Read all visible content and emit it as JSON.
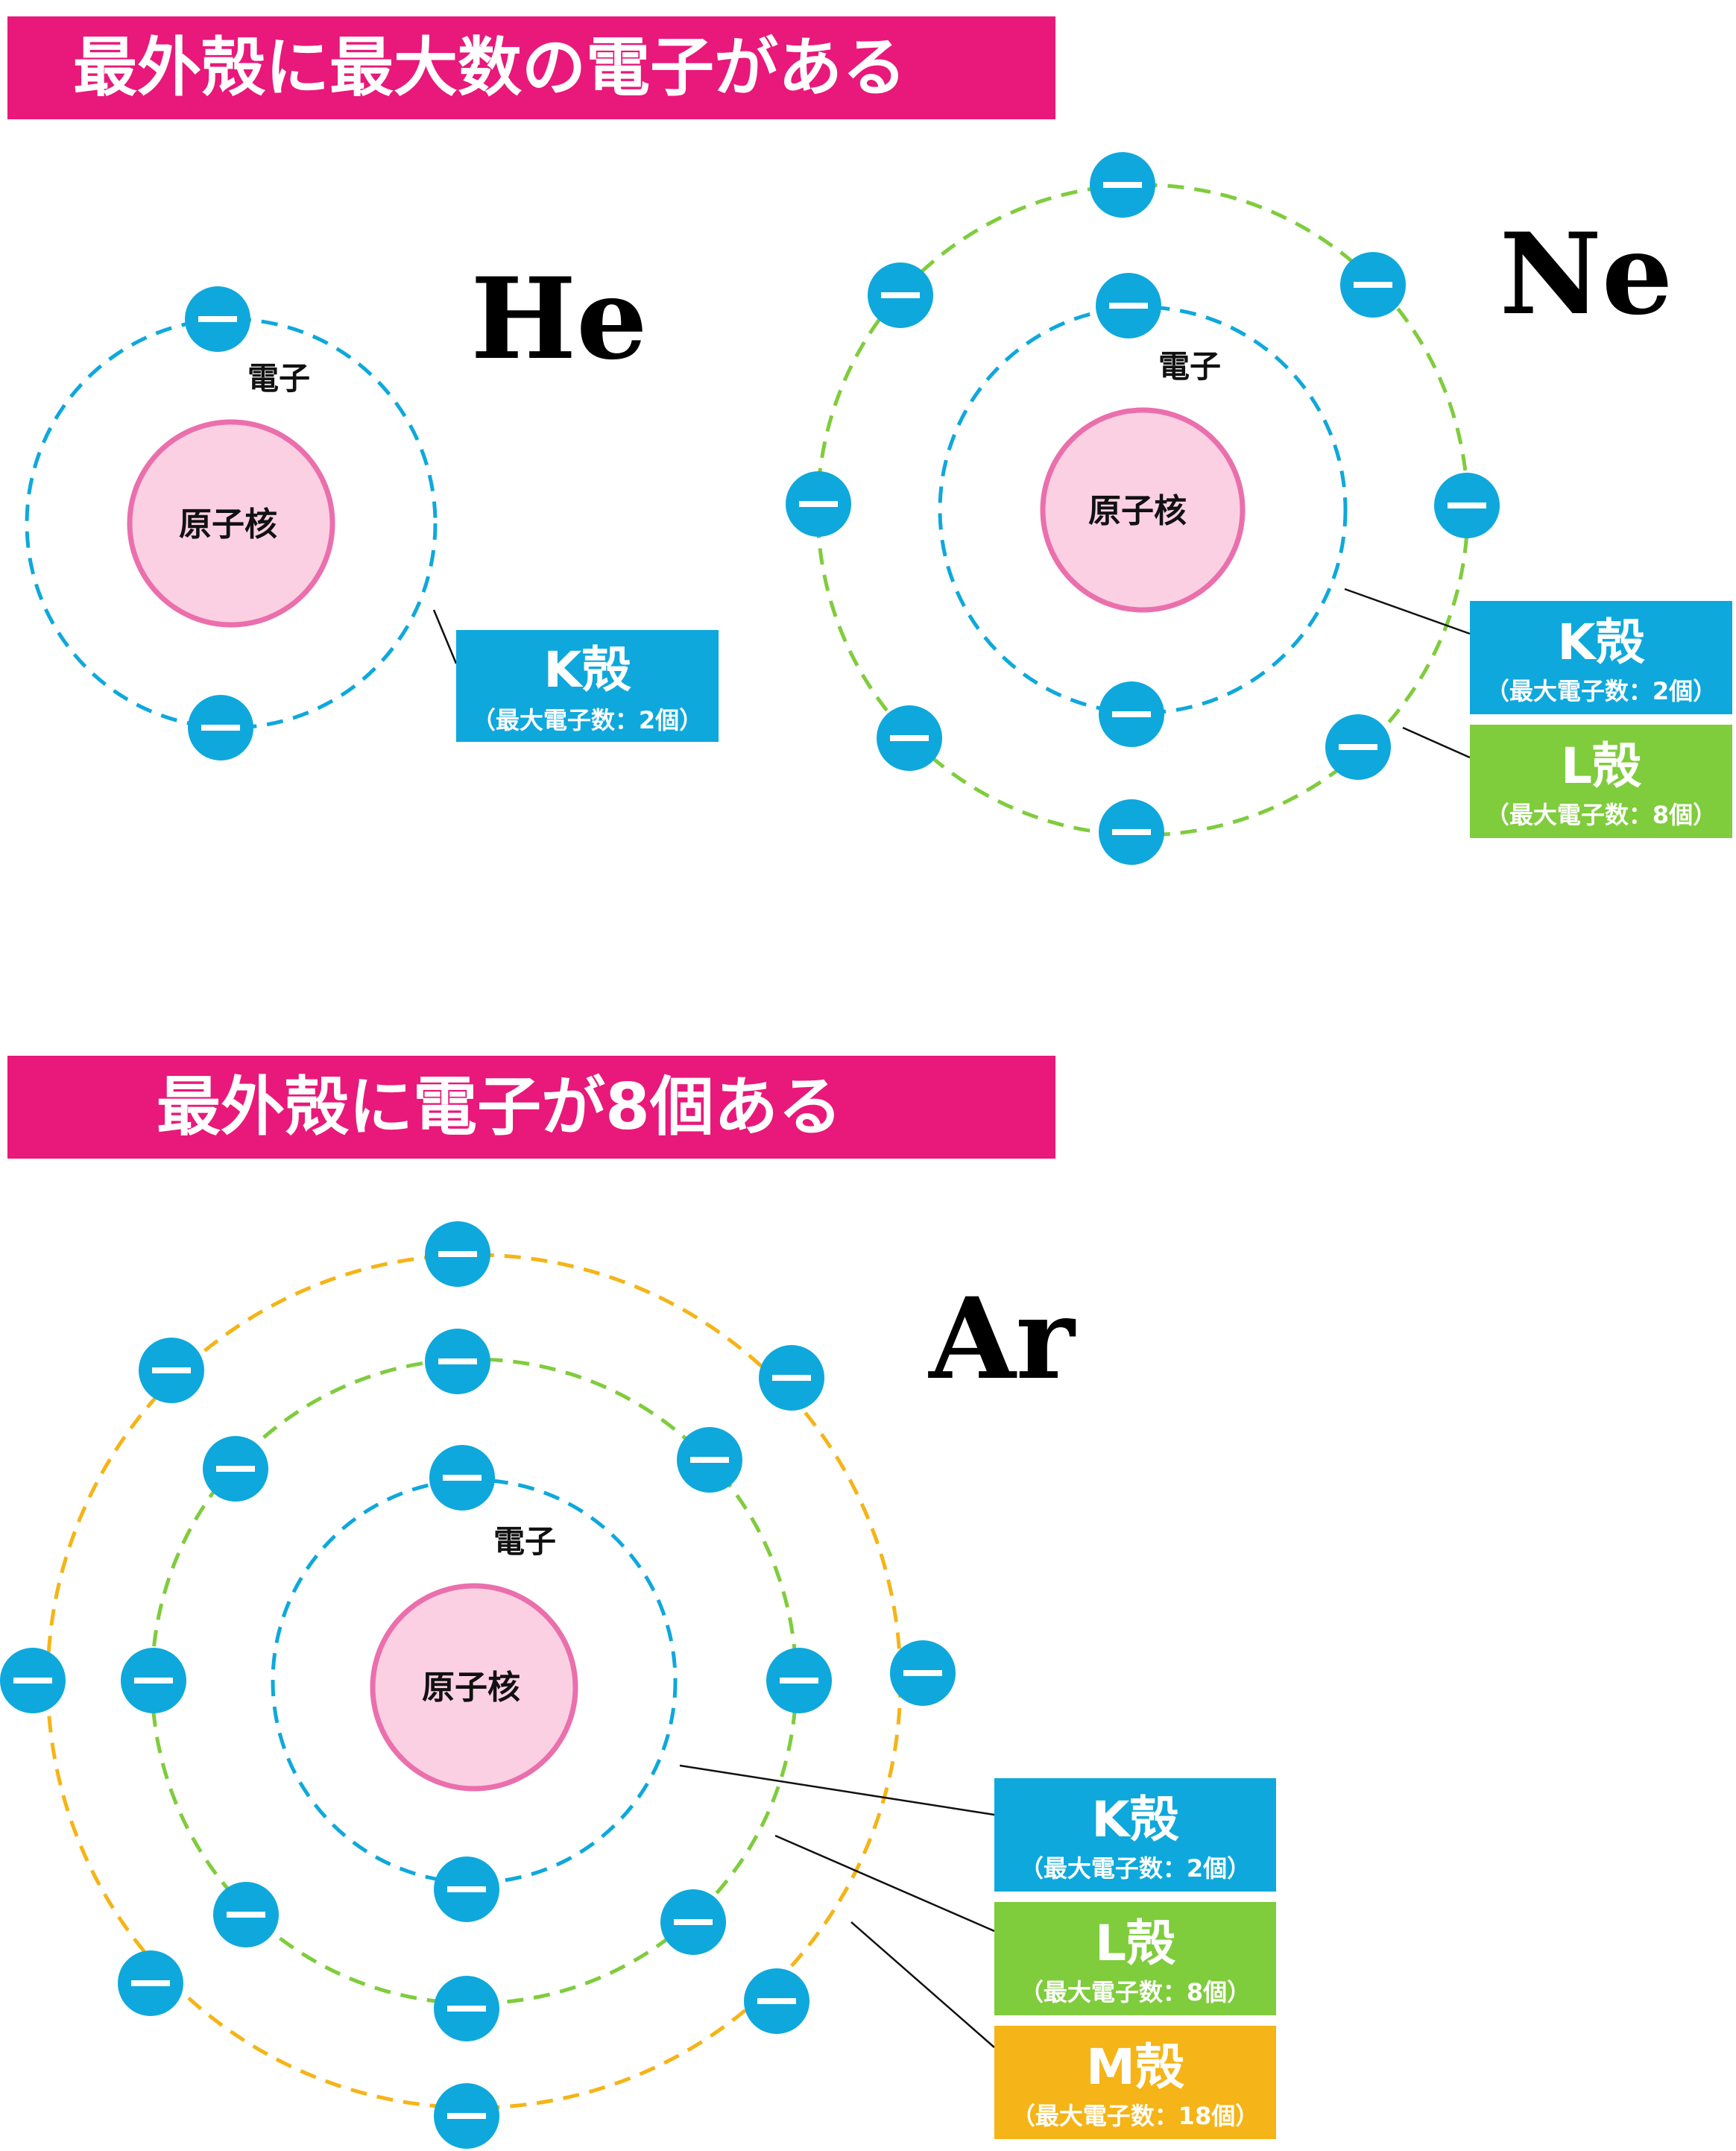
{
  "banners": {
    "top": "最外殻に最大数の電子がある",
    "bottom": "最外殻に電子が8個ある"
  },
  "labels": {
    "nucleus": "原子核",
    "electron": "電子"
  },
  "elements": {
    "he": "He",
    "ne": "Ne",
    "ar": "Ar"
  },
  "shells": {
    "k": {
      "name": "K殻",
      "note": "（最大電子数：2個）",
      "max_electrons": 2
    },
    "l": {
      "name": "L殻",
      "note": "（最大電子数：8個）",
      "max_electrons": 8
    },
    "m": {
      "name": "M殻",
      "note": "（最大電子数：18個）",
      "max_electrons": 18
    }
  },
  "electron_counts": {
    "he": [
      2
    ],
    "ne": [
      2,
      8
    ],
    "ar": [
      2,
      8,
      8
    ]
  },
  "colors": {
    "banner": "#e8197a",
    "k_shell": "#0ea8dc",
    "l_shell": "#7fcc3c",
    "m_shell": "#f5b417",
    "nucleus_fill": "#fbd0e3",
    "nucleus_stroke": "#ea6fac",
    "electron": "#0ea8dc"
  }
}
